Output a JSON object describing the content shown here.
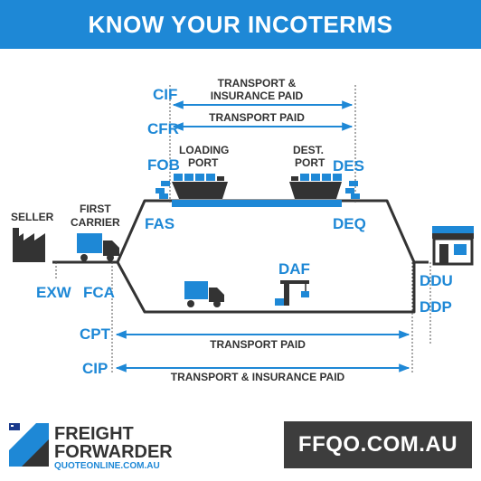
{
  "header": {
    "title": "KNOW YOUR INCOTERMS"
  },
  "colors": {
    "brand_blue": "#1e88d6",
    "dark": "#333333",
    "gray": "#888888"
  },
  "parties": {
    "seller": "SELLER",
    "carrier_1": "FIRST",
    "carrier_2": "CARRIER",
    "loading_port_1": "LOADING",
    "loading_port_2": "PORT",
    "dest_port_1": "DEST.",
    "dest_port_2": "PORT"
  },
  "terms": {
    "exw": "EXW",
    "fca": "FCA",
    "fas": "FAS",
    "fob": "FOB",
    "cfr": "CFR",
    "cif": "CIF",
    "des": "DES",
    "deq": "DEQ",
    "daf": "DAF",
    "ddu": "DDU",
    "ddp": "DDP",
    "cpt": "CPT",
    "cip": "CIP"
  },
  "spans": {
    "cif_line1": "TRANSPORT &",
    "cif_line2": "INSURANCE PAID",
    "cfr": "TRANSPORT PAID",
    "cpt": "TRANSPORT PAID",
    "cip": "TRANSPORT & INSURANCE PAID"
  },
  "icons": {
    "seller": "factory-icon",
    "carrier": "truck-icon",
    "loading_ship": "cargo-ship-icon",
    "dest_ship": "cargo-ship-icon",
    "land_truck": "truck-icon",
    "border_crane": "crane-icon",
    "buyer": "storefront-icon"
  },
  "footer": {
    "brand_line1": "FREIGHT",
    "brand_line2": "FORWARDER",
    "brand_sub": "QUOTEONLINE.COM.AU",
    "url": "FFQO.COM.AU"
  }
}
